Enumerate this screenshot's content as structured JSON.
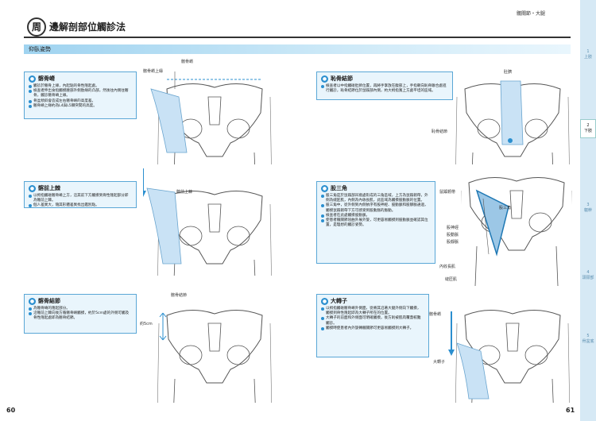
{
  "header": {
    "circle_char": "周",
    "title": "邊解剖部位觸診法",
    "running_head": "髖關節・大腿"
  },
  "subsection": "仰臥姿勢",
  "sidebar": {
    "tabs": [
      {
        "num": "1",
        "label": "上肢"
      },
      {
        "num": "2",
        "label": "下肢"
      },
      {
        "num": "3",
        "label": "軀幹"
      },
      {
        "num": "4",
        "label": "頭頸部"
      },
      {
        "num": "5",
        "label": "骨盆底"
      }
    ]
  },
  "pages": {
    "left": "60",
    "right": "61"
  },
  "panels": [
    {
      "title": "髂骨嵴",
      "bullets": [
        "觸診於髂骨上緣，內起點的骨性隆起處。",
        "檢查者伸出食指觸摸腰部外側肋緣的凸部，然後往內側往髂骨，觸診髂骨嵴上緣。",
        "骨盆傾斜會造成左右髂骨嵴的高度差。",
        "髂骨嵴上緣約為L4與L5棘突間的高度。"
      ],
      "labels": [
        "髂骨嵴",
        "髂骨嵴上緣"
      ]
    },
    {
      "title": "恥骨結節",
      "bullets": [
        "檢查者以中指觸碰肚臍位置，再將手掌放在腹部上，手指朝向恥骨聯合處進行觸診，恥骨結節位於鼠蹊部內側，約大拇指寬上方處平坦的區域。"
      ],
      "labels": [
        "肚臍",
        "恥骨結節"
      ]
    },
    {
      "title": "髂前上棘",
      "bullets": [
        "以拇指觸碰髂骨嵴上方，沿其前下方觸摸到骨性隆起部分即為髂前上棘。",
        "個人差異大，隨其形體差異找出鑑別點。"
      ],
      "labels": [
        "髂前上棘"
      ]
    },
    {
      "title": "股三角",
      "bullets": [
        "股三角是於鼠蹊部凹窩處形成的三角區域，上方為鼠蹊韌帶，外側為縫匠肌，內側為內收長肌，此區域為觸摸股動脈的位置。",
        "股三角中，從外側到內側依序有股神經、股動脈和股靜脈通過，觸摸鼠蹊韌帶下方可感受到股動脈的脈動。",
        "檢查者在此處觸摸股動脈。",
        "使患者髖關節屈曲外展外旋，可更容易觸摸到股動脈並確認其位置，是理想的觸診姿勢。"
      ],
      "labels": [
        "鼠蹊韌帶",
        "股三角",
        "股神經",
        "股動脈",
        "股靜脈",
        "內收長肌",
        "縫匠肌"
      ]
    },
    {
      "title": "髂骨結節",
      "bullets": [
        "為髂骨嵴的隆起部分。",
        "沿髂前上棘向後方循髂骨嵴觸摸，約於5cm處的外側可觸及骨性隆起處即為髂骨結節。"
      ],
      "labels": [
        "髂骨結節",
        "約5cm"
      ]
    },
    {
      "title": "大轉子",
      "bullets": [
        "以拇指觸碰髂骨嵴外側面，從將其沿著大腿外側向下觸摸，觸摸到骨性隆起即為大轉子所在的位置。",
        "大轉子的前面和外側面可明確觸摸，後方則被肌肉覆蓋較難觸診。",
        "觸摸時使患者內外旋轉髖關節可更容易觸摸到大轉子。"
      ],
      "labels": [
        "髂骨嵴",
        "大轉子"
      ]
    }
  ]
}
